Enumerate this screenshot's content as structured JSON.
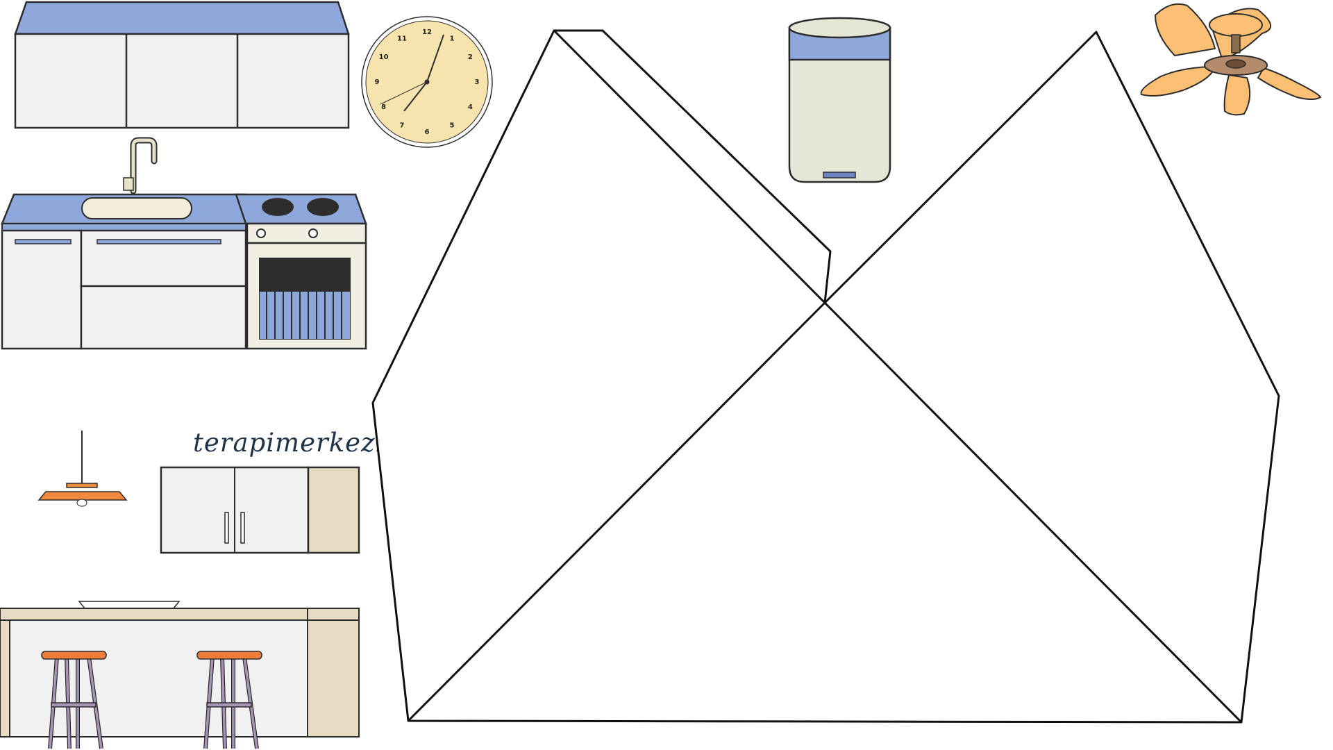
{
  "brand": {
    "text": "terapimerkezim"
  },
  "clock": {
    "numbers": [
      "12",
      "1",
      "2",
      "3",
      "4",
      "5",
      "6",
      "7",
      "8",
      "9",
      "10",
      "11"
    ]
  },
  "colors": {
    "countertop_blue": "#8fa8dc",
    "cabinet_white": "#f1f1f1",
    "outline": "#2c2c2c",
    "clock_face": "#f6e3ae",
    "bin_body": "#e5e6d6",
    "fan_blade": "#fbbf73",
    "lamp_orange": "#f0883e",
    "wood_beige": "#e8dbc3",
    "stool_seat": "#ef7e3b",
    "stool_legs": "#a894b6",
    "brand_text": "#1f3347"
  },
  "icons": {
    "upper_cabinet": "upper-cabinet-icon",
    "clock": "wall-clock-icon",
    "trash_bin": "trash-bin-icon",
    "ceiling_fan": "ceiling-fan-icon",
    "kitchen_counter": "kitchen-counter-icon",
    "pendant_lamp": "pendant-lamp-icon",
    "wall_cabinet": "wall-cabinet-icon",
    "bar_island": "bar-island-icon",
    "house_outline": "house-outline-icon"
  }
}
